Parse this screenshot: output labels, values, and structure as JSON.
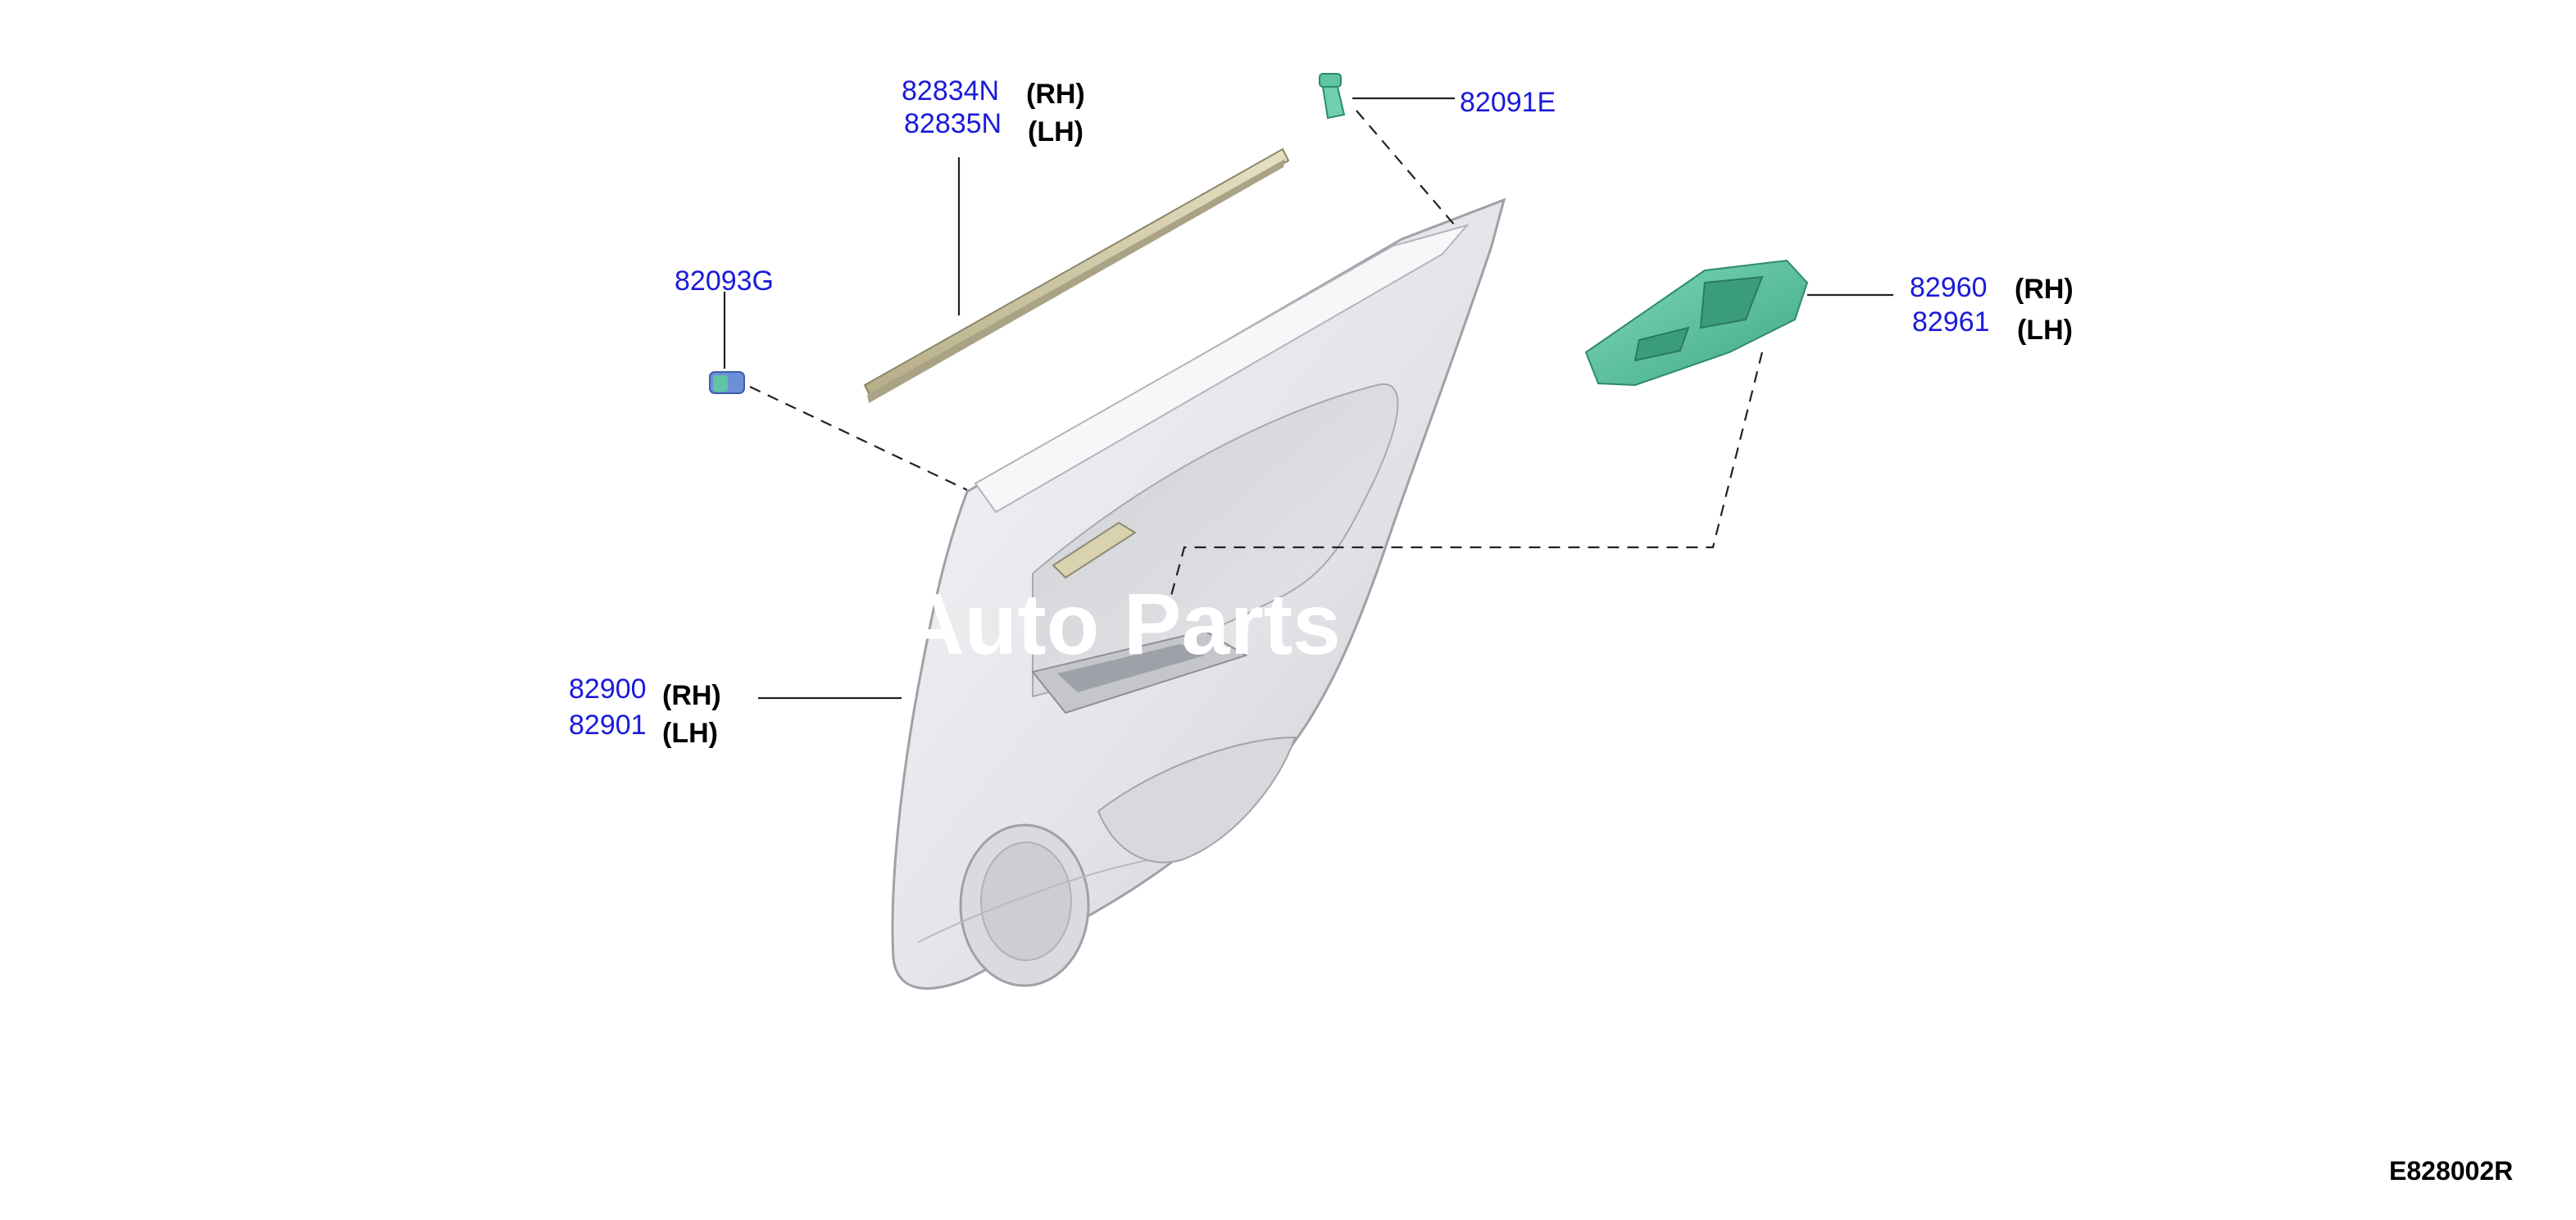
{
  "callouts": {
    "moulding": {
      "rh_part": "82834N",
      "rh_side": "(RH)",
      "lh_part": "82835N",
      "lh_side": "(LH)"
    },
    "upper_clip": {
      "part": "82091E"
    },
    "lower_clip": {
      "part": "82093G"
    },
    "switch_finisher": {
      "rh_part": "82960",
      "rh_side": "(RH)",
      "lh_part": "82961",
      "lh_side": "(LH)"
    },
    "door_trim": {
      "rh_part": "82900",
      "rh_side": "(RH)",
      "lh_part": "82901",
      "lh_side": "(LH)"
    }
  },
  "watermark": "Auto Parts",
  "diagram_code": "E828002R",
  "colors": {
    "part_number": "#1a1adb",
    "panel_fill": "#e9eaed",
    "panel_shade": "#c9cbd0",
    "finisher": "#5fc4a4",
    "moulding": "#cfc8a6"
  }
}
